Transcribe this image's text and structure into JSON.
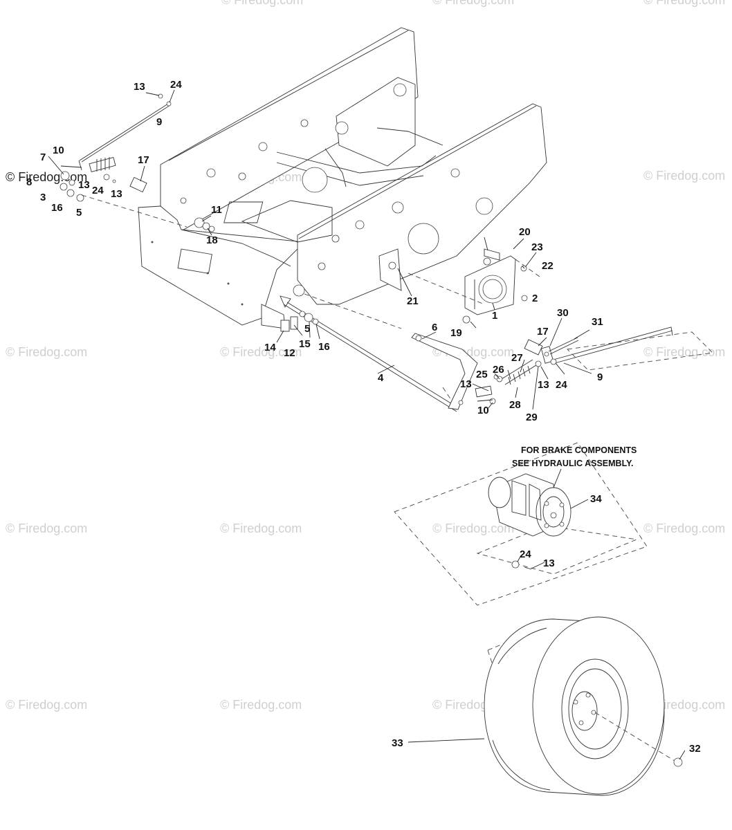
{
  "watermark_text": "© Firedog.com",
  "note": {
    "line1": "FOR BRAKE COMPONENTS",
    "line2": "SEE HYDRAULIC ASSEMBLY."
  },
  "parts": {
    "p13a": "13",
    "p24a": "24",
    "p9a": "9",
    "p10a": "10",
    "p7": "7",
    "p8": "8",
    "p13b": "13",
    "p3": "3",
    "p24b": "24",
    "p13c": "13",
    "p16a": "16",
    "p5a": "5",
    "p17a": "17",
    "p11": "11",
    "p18": "18",
    "p20": "20",
    "p23": "23",
    "p22": "22",
    "p21": "21",
    "p2": "2",
    "p1": "1",
    "p19": "19",
    "p14": "14",
    "p12": "12",
    "p15": "15",
    "p5b": "5",
    "p16b": "16",
    "p6": "6",
    "p30": "30",
    "p31": "31",
    "p17b": "17",
    "p4": "4",
    "p27": "27",
    "p26": "26",
    "p25": "25",
    "p13d": "13",
    "p13e": "13",
    "p24c": "24",
    "p9b": "9",
    "p10b": "10",
    "p28": "28",
    "p29": "29",
    "p34": "34",
    "p24d": "24",
    "p13f": "13",
    "p33": "33",
    "p32": "32"
  }
}
